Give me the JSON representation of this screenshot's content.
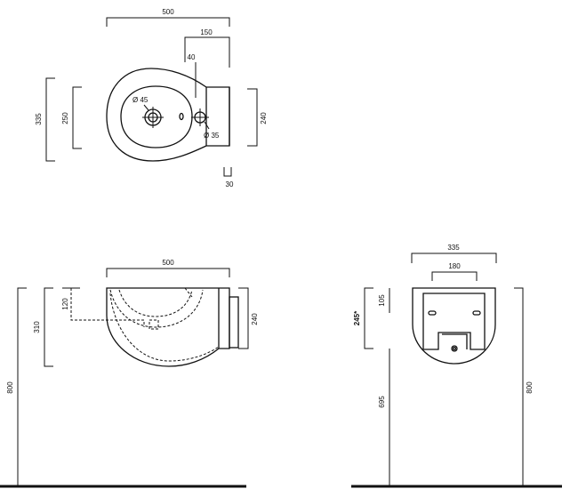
{
  "top_view": {
    "overall_width": "500",
    "tap_offset": "150",
    "tap_inset": "40",
    "drain_diameter": "Ø 45",
    "tap_hole_diameter": "Ø 35",
    "overall_depth": "335",
    "bowl_depth": "250",
    "back_height": "240",
    "back_thickness": "30"
  },
  "side_view": {
    "overall_width": "500",
    "rim_height": "120",
    "bowl_height": "310",
    "back_height": "240",
    "mount_height": "800"
  },
  "back_view": {
    "overall_width": "335",
    "bracket_spacing": "180",
    "bracket_height": "105",
    "inlet_height": "245*",
    "waste_height": "695",
    "mount_height": "800"
  }
}
